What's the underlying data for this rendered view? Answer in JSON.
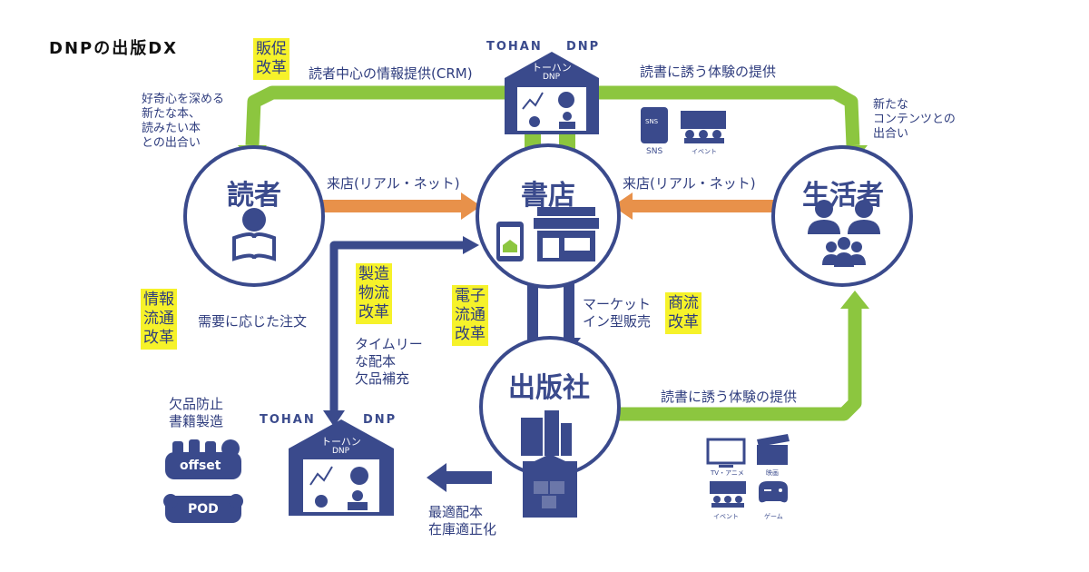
{
  "title": "DNPの出版DX",
  "colors": {
    "navy": "#3a4a8c",
    "green": "#8cc63f",
    "orange": "#e8914a",
    "highlight": "#f6f22a"
  },
  "nodes": {
    "reader": "読者",
    "bookstore": "書店",
    "consumer": "生活者",
    "publisher": "出版社"
  },
  "warehouse_top": {
    "logo_left": "TOHAN",
    "logo_right": "DNP",
    "roof_line1": "トーハン",
    "roof_line2": "DNP"
  },
  "warehouse_bottom": {
    "logo_left": "TOHAN",
    "logo_right": "DNP",
    "roof_line1": "トーハン",
    "roof_line2": "DNP"
  },
  "highlights": {
    "sales_promo": [
      "販促",
      "改革"
    ],
    "info_flow": [
      "情報",
      "流通",
      "改革"
    ],
    "manufacturing": [
      "製造",
      "物流",
      "改革"
    ],
    "electronic": [
      "電子",
      "流通",
      "改革"
    ],
    "commercial": [
      "商流",
      "改革"
    ]
  },
  "labels": {
    "crm": "読者中心の情報提供(CRM)",
    "invite_top": "読書に誘う体験の提供",
    "invite_bottom": "読書に誘う体験の提供",
    "encounter_reader": [
      "好奇心を深める",
      "新たな本、",
      "読みたい本",
      "との出合い"
    ],
    "encounter_consumer": [
      "新たな",
      "コンテンツとの",
      "出合い"
    ],
    "visit_left": "来店(リアル・ネット)",
    "visit_right": "来店(リアル・ネット)",
    "demand_order": "需要に応じた注文",
    "timely": [
      "タイムリー",
      "な配本",
      "欠品補充"
    ],
    "market_in": [
      "マーケット",
      "イン型販売"
    ],
    "optimal": [
      "最適配本",
      "在庫適正化"
    ],
    "shortage": [
      "欠品防止",
      "書籍製造"
    ],
    "offset": "offset",
    "pod": "POD"
  },
  "media": {
    "sns": "SNS",
    "event_top": "イベント",
    "tv": "TV・アニメ",
    "movie": "映画",
    "event_bottom": "イベント",
    "game": "ゲーム"
  },
  "icons": [
    "reader-icon",
    "tablet-icon",
    "store-icon",
    "people-icon",
    "building-icon",
    "boxes-icon",
    "phone-icon",
    "audience-icon",
    "tv-icon",
    "clapper-icon",
    "gamepad-icon",
    "chart-icon",
    "pie-icon"
  ]
}
